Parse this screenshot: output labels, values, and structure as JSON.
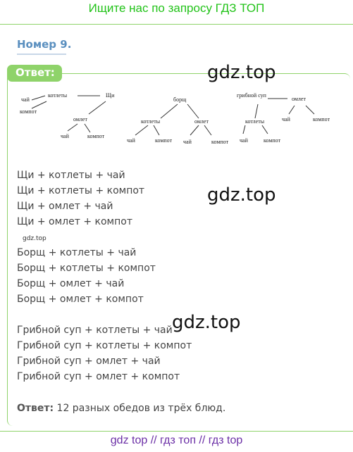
{
  "banner": {
    "text": "Ищите нас по запросу ГДЗ ТОП"
  },
  "task": {
    "title": "Номер 9."
  },
  "answer": {
    "badge": "Ответ:"
  },
  "watermarks": {
    "w1": "gdz.top",
    "w2": "gdz.top",
    "w3": "gdz.top",
    "small": "gdz.top"
  },
  "trees": {
    "shchi": {
      "root": "Щи",
      "a": "котлеты",
      "b": "омлет",
      "a1": "чай",
      "a2": "компот",
      "b1": "чай",
      "b2": "компот"
    },
    "borshch": {
      "root": "борщ",
      "a": "котлеты",
      "b": "омлет",
      "a1": "чай",
      "a2": "компот",
      "b1": "чай",
      "b2": "компот"
    },
    "soup": {
      "root": "грибной суп",
      "a": "котлеты",
      "b": "омлет",
      "a1": "чай",
      "a2": "компот",
      "b1": "чай",
      "b2": "компот"
    }
  },
  "lines": [
    "Щи + котлеты + чай",
    "Щи + котлеты + компот",
    "Щи + омлет + чай",
    "Щи + омлет + компот",
    "Борщ + котлеты + чай",
    "Борщ + котлеты + компот",
    "Борщ + омлет + чай",
    "Борщ + омлет + компот",
    "Грибной суп + котлеты + чай",
    "Грибной суп + котлеты + компот",
    "Грибной суп + омлет + чай",
    "Грибной суп + омлет + компот"
  ],
  "final": {
    "label": "Ответ:",
    "text": " 12 разных обедов из трёх блюд."
  },
  "footer": {
    "text": "gdz top  //  гдз топ  //  гдз top"
  }
}
